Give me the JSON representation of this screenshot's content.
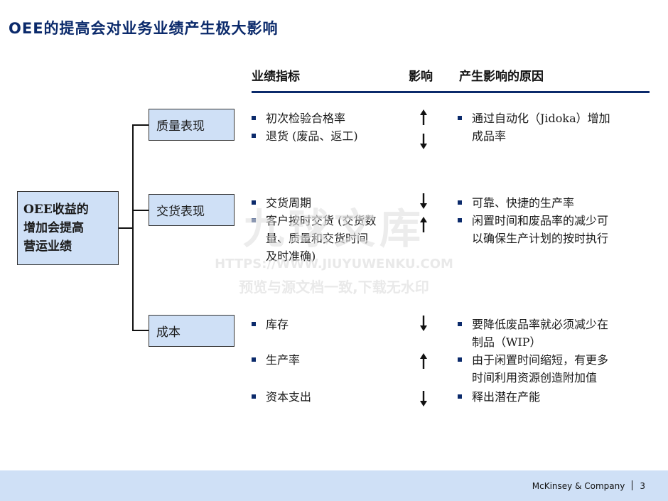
{
  "title": "OEE的提高会对业务业绩产生极大影响",
  "headers": {
    "metric": "业绩指标",
    "impact": "影响",
    "reason": "产生影响的原因"
  },
  "main_box": {
    "line1": "OEE收益的",
    "line2": "增加会提高",
    "line3": "营运业绩"
  },
  "categories": {
    "quality": {
      "label": "质量表现",
      "metrics": [
        "初次检验合格率",
        "退货 (废品、返工)"
      ],
      "reasons": [
        "通过自动化（Jidoka）增加",
        "成品率"
      ]
    },
    "delivery": {
      "label": "交货表现",
      "metrics": [
        "交货周期",
        "客户按时交货 (交货数",
        "量、质量和交货时间",
        "及时准确)"
      ],
      "reasons": [
        "可靠、快捷的生产率",
        "闲置时间和废品率的减少可",
        "以确保生产计划的按时执行"
      ]
    },
    "cost": {
      "label": "成本",
      "metrics": [
        "库存",
        "生产率",
        "资本支出"
      ],
      "reasons": [
        "要降低废品率就必须减少在",
        "制品（WIP）",
        "由于闲置时间缩短，有更多",
        "时间利用资源创造附加值",
        "释出潜在产能"
      ]
    }
  },
  "arrows": {
    "first_pass_yield": "up",
    "returns": "down",
    "lead_time": "down",
    "on_time_delivery": "up",
    "inventory": "down",
    "productivity": "up",
    "capex": "down"
  },
  "watermark": {
    "line1": "九球文库",
    "line2": "HTTPS://WWW.JIUYUWENKU.COM",
    "line3": "预览与源文档一致,下载无水印"
  },
  "footer": {
    "company": "McKinsey & Company",
    "page": "3"
  }
}
